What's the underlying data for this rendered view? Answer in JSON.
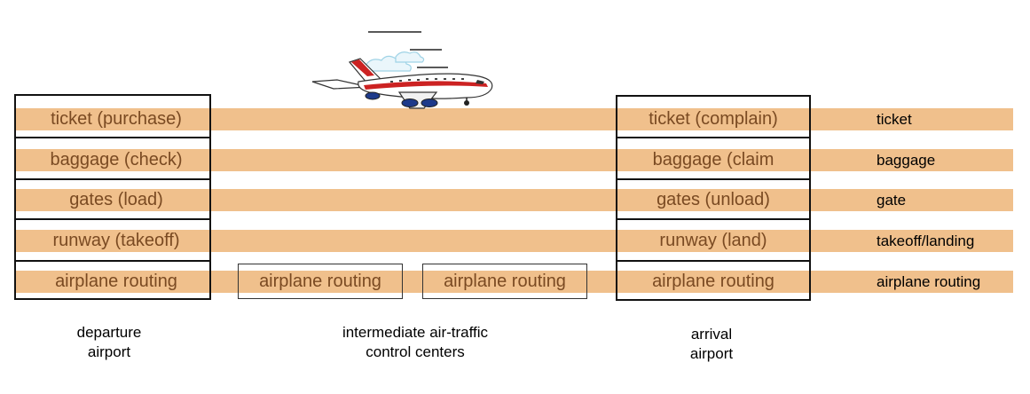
{
  "departure_airport": {
    "layers": [
      "ticket (purchase)",
      "baggage (check)",
      "gates (load)",
      "runway (takeoff)",
      "airplane routing"
    ],
    "caption_line1": "departure",
    "caption_line2": "airport"
  },
  "intermediate": {
    "routing_label_1": "airplane routing",
    "routing_label_2": "airplane routing",
    "caption_line1": "intermediate air-traffic",
    "caption_line2": "control centers"
  },
  "arrival_airport": {
    "layers": [
      "ticket (complain)",
      "baggage (claim",
      "gates (unload)",
      "runway (land)",
      "airplane routing"
    ],
    "caption_line1": "arrival",
    "caption_line2": "airport"
  },
  "layer_names": [
    "ticket",
    "baggage",
    "gate",
    "takeoff/landing",
    "airplane routing"
  ],
  "icons": {
    "plane": "airplane-icon"
  },
  "colors": {
    "band": "#f0c08c",
    "layer_text": "#7a4a22",
    "plane_stripe": "#cc2222",
    "plane_body": "#ffffff"
  }
}
